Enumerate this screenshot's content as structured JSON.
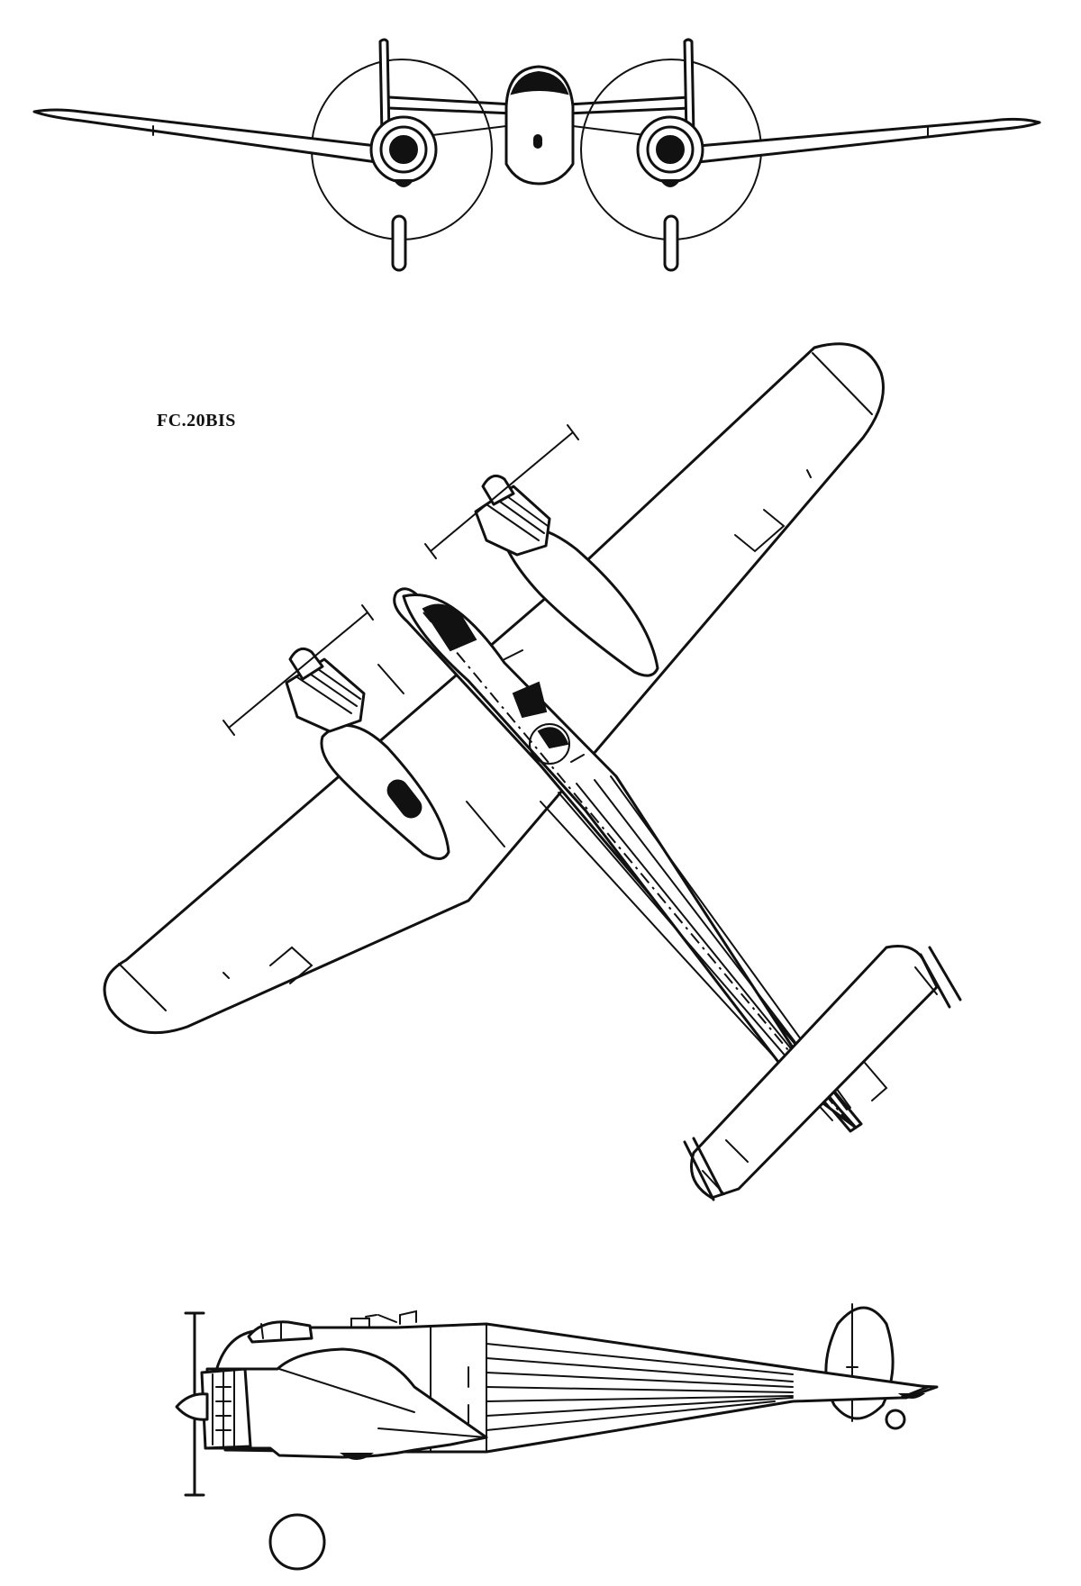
{
  "designation": "FC.20BIS",
  "views": [
    {
      "id": "front"
    },
    {
      "id": "plan"
    },
    {
      "id": "side"
    }
  ]
}
